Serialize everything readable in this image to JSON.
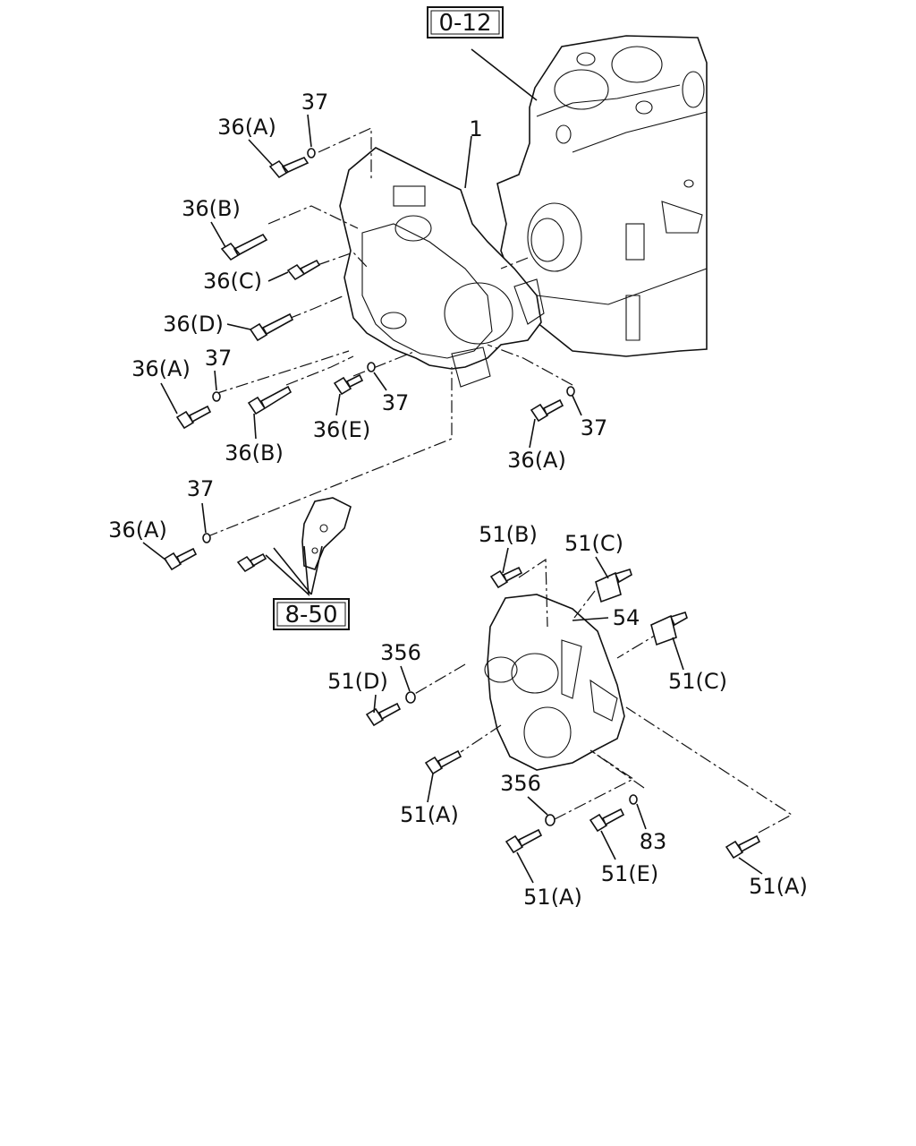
{
  "refs": {
    "r0_12": "0-12",
    "r8_50": "8-50"
  },
  "labels": {
    "p1": "1",
    "p37_a": "37",
    "p36A_1": "36(A)",
    "p36B_1": "36(B)",
    "p36C": "36(C)",
    "p36D": "36(D)",
    "p36A_2": "36(A)",
    "p37_b": "37",
    "p36B_2": "36(B)",
    "p36E": "36(E)",
    "p37_c": "37",
    "p37_d": "37",
    "p36A_3": "36(A)",
    "p37_e": "37",
    "p36A_4": "36(A)",
    "p51B": "51(B)",
    "p51C_1": "51(C)",
    "p54": "54",
    "p51C_2": "51(C)",
    "p356_a": "356",
    "p51D": "51(D)",
    "p356_b": "356",
    "p51A_1": "51(A)",
    "p51A_2": "51(A)",
    "p51E": "51(E)",
    "p83": "83",
    "p51A_3": "51(A)"
  }
}
